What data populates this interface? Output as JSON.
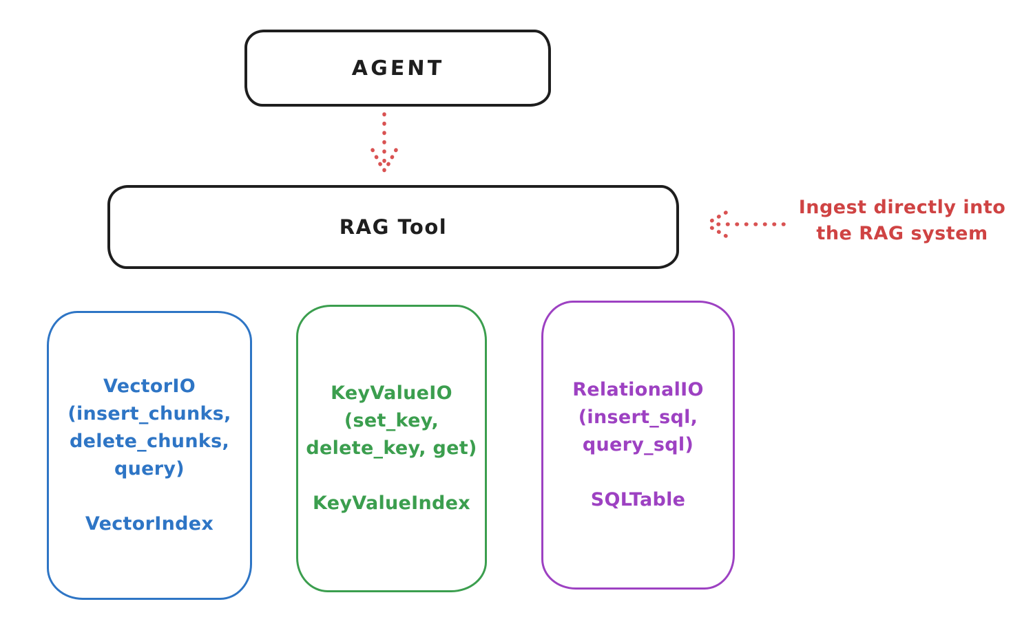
{
  "nodes": {
    "agent": {
      "label": "AGENT"
    },
    "rag_tool": {
      "label": "RAG Tool"
    }
  },
  "annotation": {
    "lines": [
      "Ingest directly into",
      "the RAG system"
    ]
  },
  "storage_nodes": [
    {
      "name": "vector-io",
      "color": "#2e75c5",
      "lines": [
        "VectorIO",
        "(insert_chunks,",
        "delete_chunks,",
        "query)",
        "",
        "VectorIndex"
      ]
    },
    {
      "name": "key-value-io",
      "color": "#3b9e4e",
      "lines": [
        "KeyValueIO",
        "(set_key,",
        "delete_key, get)",
        "",
        "KeyValueIndex"
      ]
    },
    {
      "name": "relational-io",
      "color": "#9d41c2",
      "lines": [
        "RelationalIO",
        "(insert_sql,",
        "query_sql)",
        "",
        "SQLTable"
      ]
    }
  ],
  "icons": {
    "agent_to_rag": "dotted-down-arrow-icon",
    "ingest": "dotted-left-arrow-icon"
  },
  "colors": {
    "background": "#ffffff",
    "ink": "#1e1e1e",
    "annotation_red": "#cf4343",
    "arrow_red": "#d95252",
    "vector_blue": "#2e75c5",
    "key_value_green": "#3b9e4e",
    "relational_purple": "#9d41c2"
  }
}
